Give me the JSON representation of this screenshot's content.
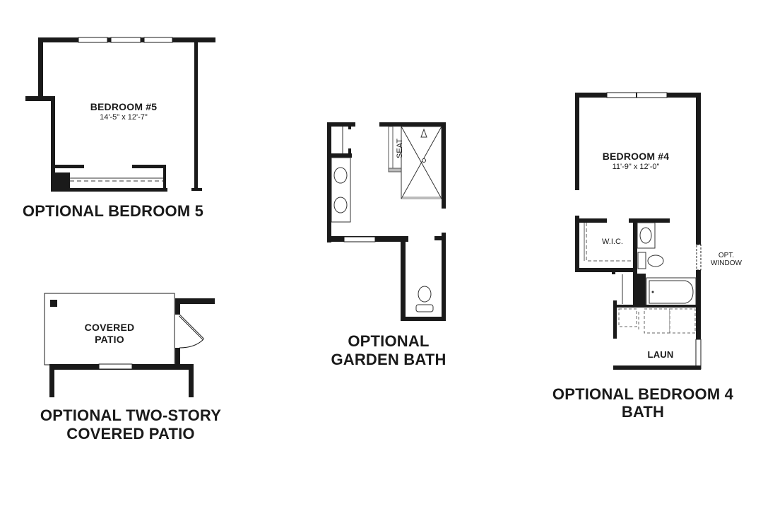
{
  "plans": {
    "bedroom5": {
      "title": "OPTIONAL BEDROOM 5",
      "room_name": "BEDROOM #5",
      "room_dims": "14'-5\" x 12'-7\""
    },
    "patio": {
      "title_line1": "OPTIONAL TWO-STORY",
      "title_line2": "COVERED PATIO",
      "room_line1": "COVERED",
      "room_line2": "PATIO"
    },
    "garden_bath": {
      "title_line1": "OPTIONAL",
      "title_line2": "GARDEN BATH",
      "seat_label": "SEAT"
    },
    "bedroom4": {
      "title_line1": "OPTIONAL BEDROOM 4",
      "title_line2": "BATH",
      "room_name": "BEDROOM #4",
      "room_dims": "11'-9\" x 12'-0\"",
      "closet_label": "W.I.C.",
      "window_line1": "OPT.",
      "window_line2": "WINDOW",
      "laundry_label": "LAUN"
    }
  },
  "colors": {
    "wall": "#1a1a1a",
    "background": "#ffffff",
    "fixture_line": "#333333"
  }
}
